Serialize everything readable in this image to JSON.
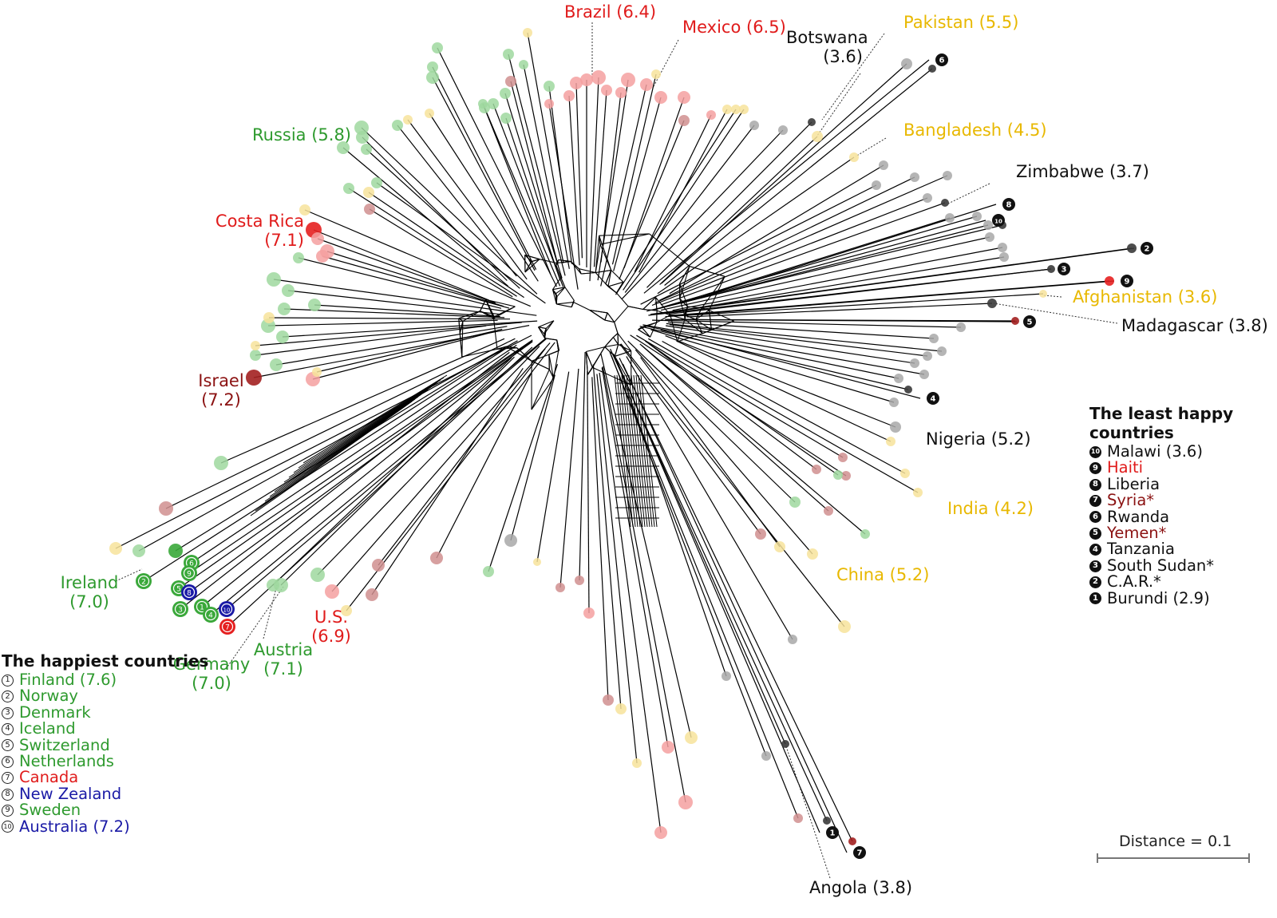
{
  "colors": {
    "green": "#2e9a2e",
    "red": "#e01b1b",
    "darkred": "#8b1212",
    "yellow": "#e8b800",
    "black": "#111111",
    "blue": "#1a1aa6",
    "edge": "#000000"
  },
  "country_labels": [
    {
      "id": "brazil",
      "name": "Brazil (6.4)",
      "color": "red"
    },
    {
      "id": "mexico",
      "name": "Mexico (6.5)",
      "color": "red"
    },
    {
      "id": "botswana",
      "name": "Botswana",
      "score": "(3.6)",
      "color": "black"
    },
    {
      "id": "pakistan",
      "name": "Pakistan (5.5)",
      "color": "yellow"
    },
    {
      "id": "russia",
      "name": "Russia (5.8)",
      "color": "green"
    },
    {
      "id": "bangladesh",
      "name": "Bangladesh (4.5)",
      "color": "yellow"
    },
    {
      "id": "zimbabwe",
      "name": "Zimbabwe (3.7)",
      "color": "black"
    },
    {
      "id": "costa-rica",
      "name": "Costa Rica",
      "score": "(7.1)",
      "color": "red"
    },
    {
      "id": "afghanistan",
      "name": "Afghanistan (3.6)",
      "color": "yellow"
    },
    {
      "id": "madagascar",
      "name": "Madagascar (3.8)",
      "color": "black"
    },
    {
      "id": "israel",
      "name": "Israel",
      "score": "(7.2)",
      "color": "darkred"
    },
    {
      "id": "nigeria",
      "name": "Nigeria (5.2)",
      "color": "black"
    },
    {
      "id": "india",
      "name": "India (4.2)",
      "color": "yellow"
    },
    {
      "id": "china",
      "name": "China (5.2)",
      "color": "yellow"
    },
    {
      "id": "ireland",
      "name": "Ireland",
      "score": "(7.0)",
      "color": "green"
    },
    {
      "id": "us",
      "name": "U.S.",
      "score": "(6.9)",
      "color": "red"
    },
    {
      "id": "austria",
      "name": "Austria",
      "score": "(7.1)",
      "color": "green"
    },
    {
      "id": "germany",
      "name": "Germany",
      "score": "(7.0)",
      "color": "green"
    },
    {
      "id": "angola",
      "name": "Angola (3.8)",
      "color": "black"
    }
  ],
  "happiest_legend": {
    "title_line1": "The happiest",
    "title_line2": "countries",
    "items": [
      {
        "rank": "1",
        "name": "Finland (7.6)",
        "color": "green"
      },
      {
        "rank": "2",
        "name": "Norway",
        "color": "green"
      },
      {
        "rank": "3",
        "name": "Denmark",
        "color": "green"
      },
      {
        "rank": "4",
        "name": "Iceland",
        "color": "green"
      },
      {
        "rank": "5",
        "name": "Switzerland",
        "color": "green"
      },
      {
        "rank": "6",
        "name": "Netherlands",
        "color": "green"
      },
      {
        "rank": "7",
        "name": "Canada",
        "color": "red"
      },
      {
        "rank": "8",
        "name": "New Zealand",
        "color": "blue"
      },
      {
        "rank": "9",
        "name": "Sweden",
        "color": "green"
      },
      {
        "rank": "10",
        "name": "Australia (7.2)",
        "color": "blue"
      }
    ]
  },
  "least_happy_legend": {
    "title_line1": "The least",
    "title_line2": "happy countries",
    "items": [
      {
        "rank": "10",
        "name": "Malawi (3.6)",
        "color": "black"
      },
      {
        "rank": "9",
        "name": "Haiti",
        "color": "red"
      },
      {
        "rank": "8",
        "name": "Liberia",
        "color": "black"
      },
      {
        "rank": "7",
        "name": "Syria*",
        "color": "darkred"
      },
      {
        "rank": "6",
        "name": "Rwanda",
        "color": "black"
      },
      {
        "rank": "5",
        "name": "Yemen*",
        "color": "darkred"
      },
      {
        "rank": "4",
        "name": "Tanzania",
        "color": "black"
      },
      {
        "rank": "3",
        "name": "South Sudan*",
        "color": "black"
      },
      {
        "rank": "2",
        "name": "C.A.R.*",
        "color": "black"
      },
      {
        "rank": "1",
        "name": "Burundi (2.9)",
        "color": "black"
      }
    ]
  },
  "scale_bar": {
    "label": "Distance = 0.1"
  }
}
